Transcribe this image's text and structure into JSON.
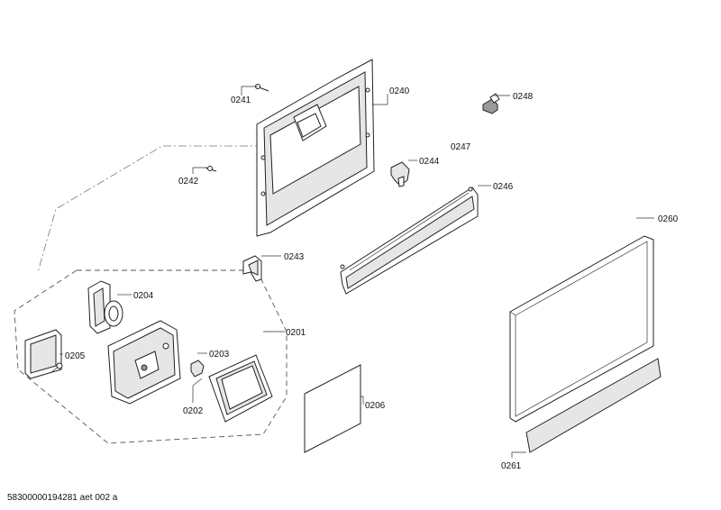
{
  "footer_text": "58300000194281 aet 002 a",
  "parts": [
    {
      "id": "0240",
      "label": "0240"
    },
    {
      "id": "0241",
      "label": "0241"
    },
    {
      "id": "0242",
      "label": "0242"
    },
    {
      "id": "0243",
      "label": "0243"
    },
    {
      "id": "0244",
      "label": "0244"
    },
    {
      "id": "0246",
      "label": "0246"
    },
    {
      "id": "0247",
      "label": "0247"
    },
    {
      "id": "0248",
      "label": "0248"
    },
    {
      "id": "0260",
      "label": "0260"
    },
    {
      "id": "0201",
      "label": "0201"
    },
    {
      "id": "0202",
      "label": "0202"
    },
    {
      "id": "0203",
      "label": "0203"
    },
    {
      "id": "0204",
      "label": "0204"
    },
    {
      "id": "0205",
      "label": "0205"
    },
    {
      "id": "0206",
      "label": "0206"
    },
    {
      "id": "0261",
      "label": "0261"
    }
  ]
}
